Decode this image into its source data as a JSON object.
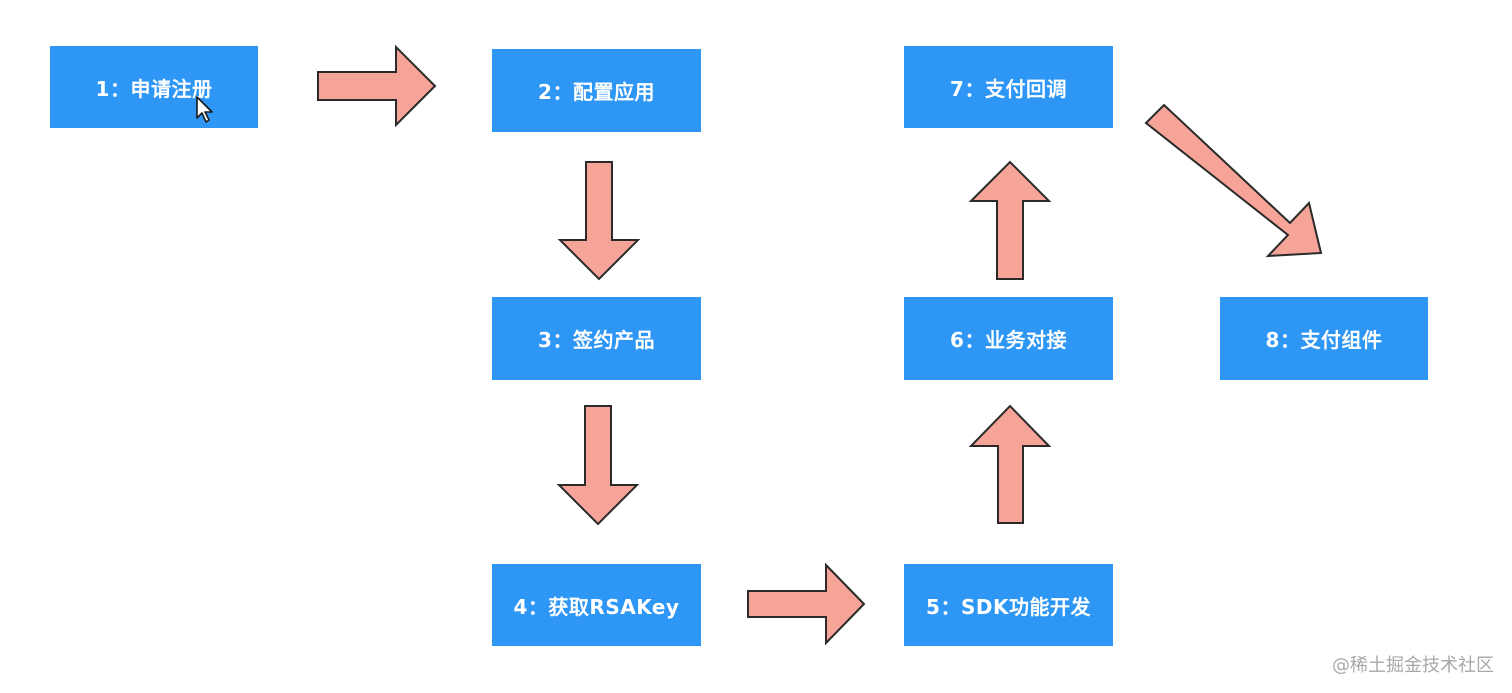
{
  "diagram": {
    "box_color": "#2e96f5",
    "arrow_fill": "#f5a497",
    "arrow_stroke": "#2a2a2a",
    "steps": [
      {
        "label": "1：申请注册"
      },
      {
        "label": "2：配置应用"
      },
      {
        "label": "3：签约产品"
      },
      {
        "label": "4：获取RSAKey"
      },
      {
        "label": "5：SDK功能开发"
      },
      {
        "label": "6：业务对接"
      },
      {
        "label": "7：支付回调"
      },
      {
        "label": "8：支付组件"
      }
    ]
  },
  "watermark": {
    "text": "@稀土掘金技术社区"
  },
  "icons": {
    "cursor": "mouse-pointer-icon"
  }
}
